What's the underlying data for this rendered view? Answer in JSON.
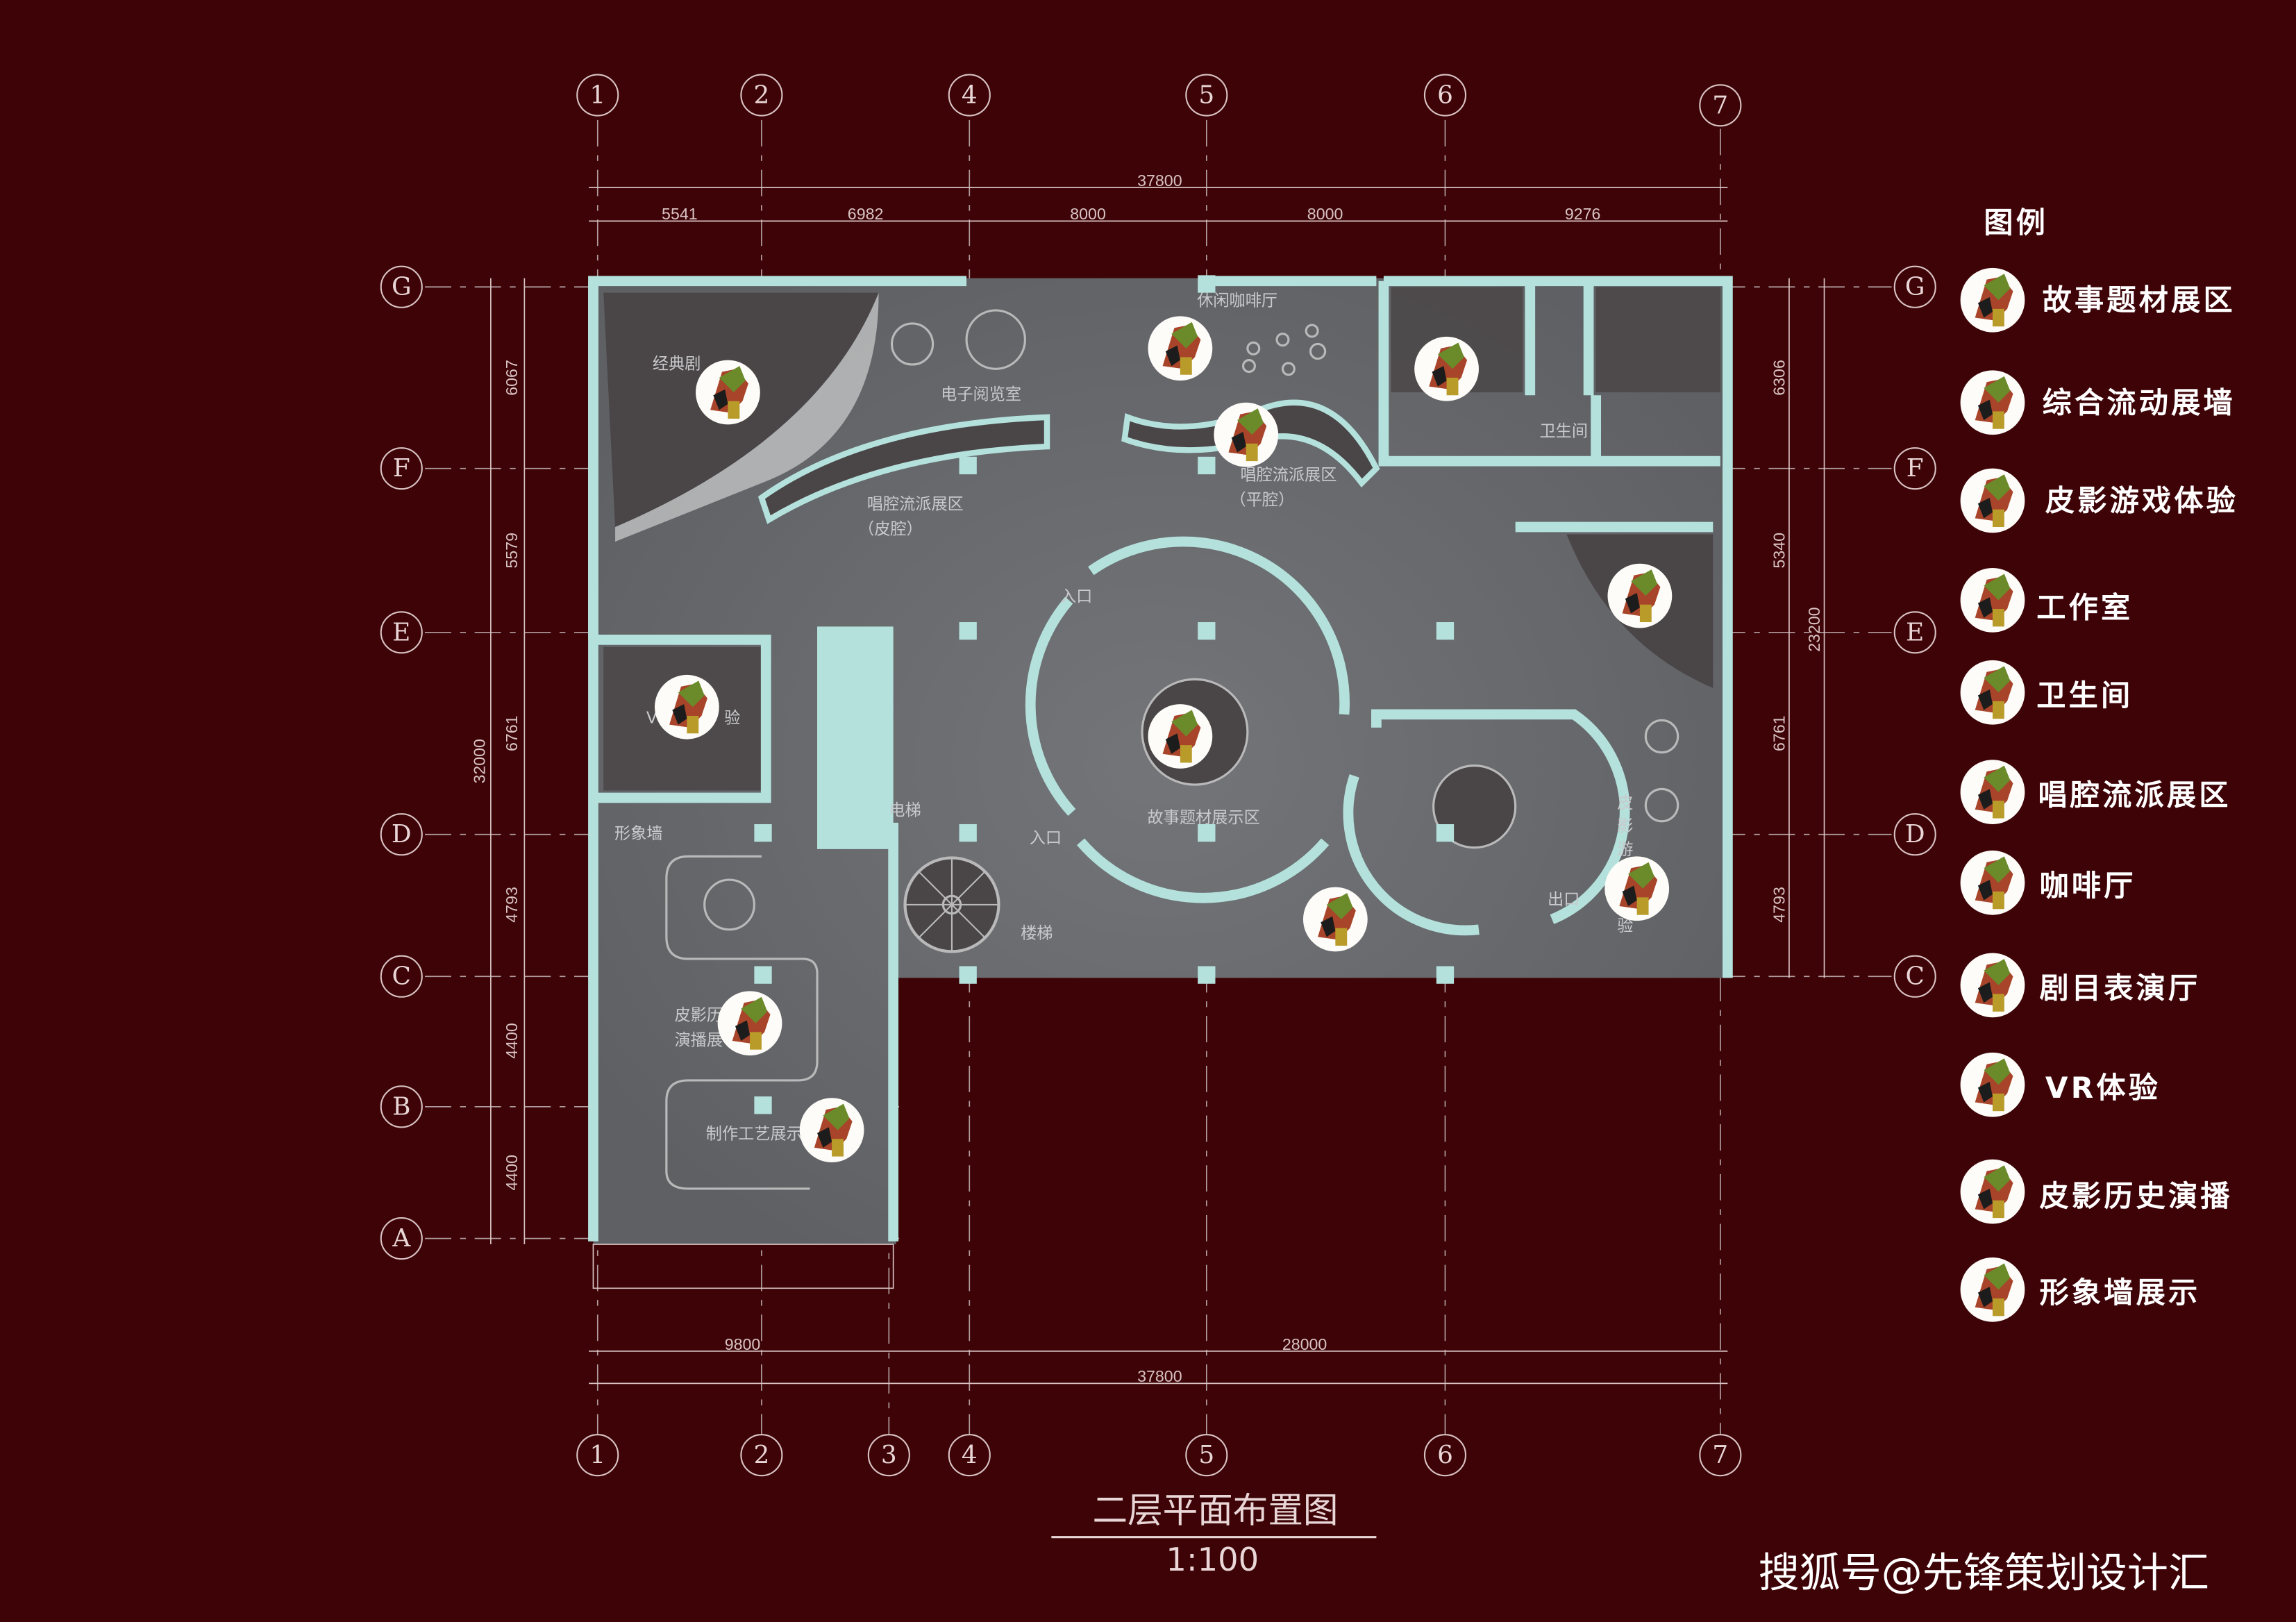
{
  "drawing": {
    "title": "二层平面布置图",
    "scale": "1:100",
    "watermark": "搜狐号@先锋策划设计汇"
  },
  "axes": {
    "top_columns": [
      "1",
      "2",
      "4",
      "5",
      "6",
      "7"
    ],
    "bottom_columns": [
      "1",
      "2",
      "3",
      "4",
      "5",
      "6",
      "7"
    ],
    "left_rows": [
      "G",
      "F",
      "E",
      "D",
      "C",
      "B",
      "A"
    ],
    "right_rows": [
      "G",
      "F",
      "E",
      "D",
      "C"
    ]
  },
  "dimensions": {
    "top_total": "37800",
    "top_segments": [
      "5541",
      "6982",
      "8000",
      "8000",
      "9276"
    ],
    "bottom_segments": [
      "9800",
      "28000"
    ],
    "bottom_total": "37800",
    "left_total": "32000",
    "left_segments": [
      "6067",
      "5579",
      "6761",
      "4793",
      "4400",
      "4400"
    ],
    "right_total": "23200",
    "right_segments": [
      "6306",
      "5340",
      "6761",
      "4793"
    ]
  },
  "rooms": {
    "theater": "经典剧",
    "ereading": "电子阅览室",
    "cafe": "休闲咖啡厅",
    "singing_pi": "唱腔流派展区",
    "singing_pi_sub": "（皮腔）",
    "singing_ping": "唱腔流派展区",
    "singing_ping_sub": "（平腔）",
    "restroom": "卫生间",
    "entrance_top": "入口",
    "entrance_bottom": "入口",
    "story_zone": "故事题材展示区",
    "exit": "出口",
    "elevator": "电梯",
    "stairs": "楼梯",
    "image_wall": "形象墙",
    "vr_v": "V",
    "vr_end": "验",
    "history_line1": "皮影历",
    "history_line2": "演播展",
    "craft": "制作工艺展示",
    "game_chars": [
      "皮",
      "影",
      "游",
      "验"
    ]
  },
  "legend": {
    "title": "图例",
    "items": [
      "故事题材展区",
      "综合流动展墙",
      "皮影游戏体验",
      "工作室",
      "卫生间",
      "唱腔流派展区",
      "咖啡厅",
      "剧目表演厅",
      "VR体验",
      "皮影历史演播",
      "形象墙展示"
    ]
  },
  "colors": {
    "background": "#3d0307",
    "floor": "#6b6d70",
    "wall": "#b4e1dc"
  }
}
